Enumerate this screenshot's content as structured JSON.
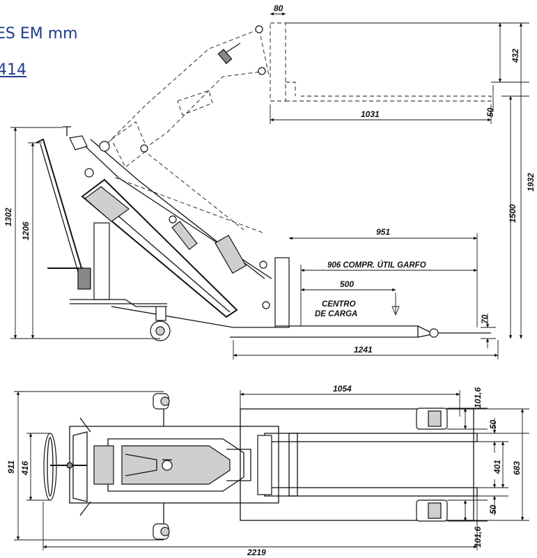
{
  "header": {
    "title": "ES EM mm",
    "link": "414"
  },
  "side_view": {
    "dims": {
      "d80": "80",
      "d432": "432",
      "d50": "50",
      "d1031": "1031",
      "d1932": "1932",
      "d1302": "1302",
      "d1206": "1206",
      "d1500": "1500",
      "d951": "951",
      "d906": "906 COMPR. ÚTIL GARFO",
      "d500": "500",
      "d70": "70",
      "d1241": "1241"
    },
    "center_label_1": "CENTRO",
    "center_label_2": "DE CARGA"
  },
  "top_view": {
    "dims": {
      "d1054": "1054",
      "d101_6_top": "101,6",
      "d50_top": "50",
      "d401": "401",
      "d683": "683",
      "d50_bottom": "50",
      "d101_6_bottom": "101,6",
      "d911": "911",
      "d416": "416",
      "d2219": "2219"
    }
  }
}
